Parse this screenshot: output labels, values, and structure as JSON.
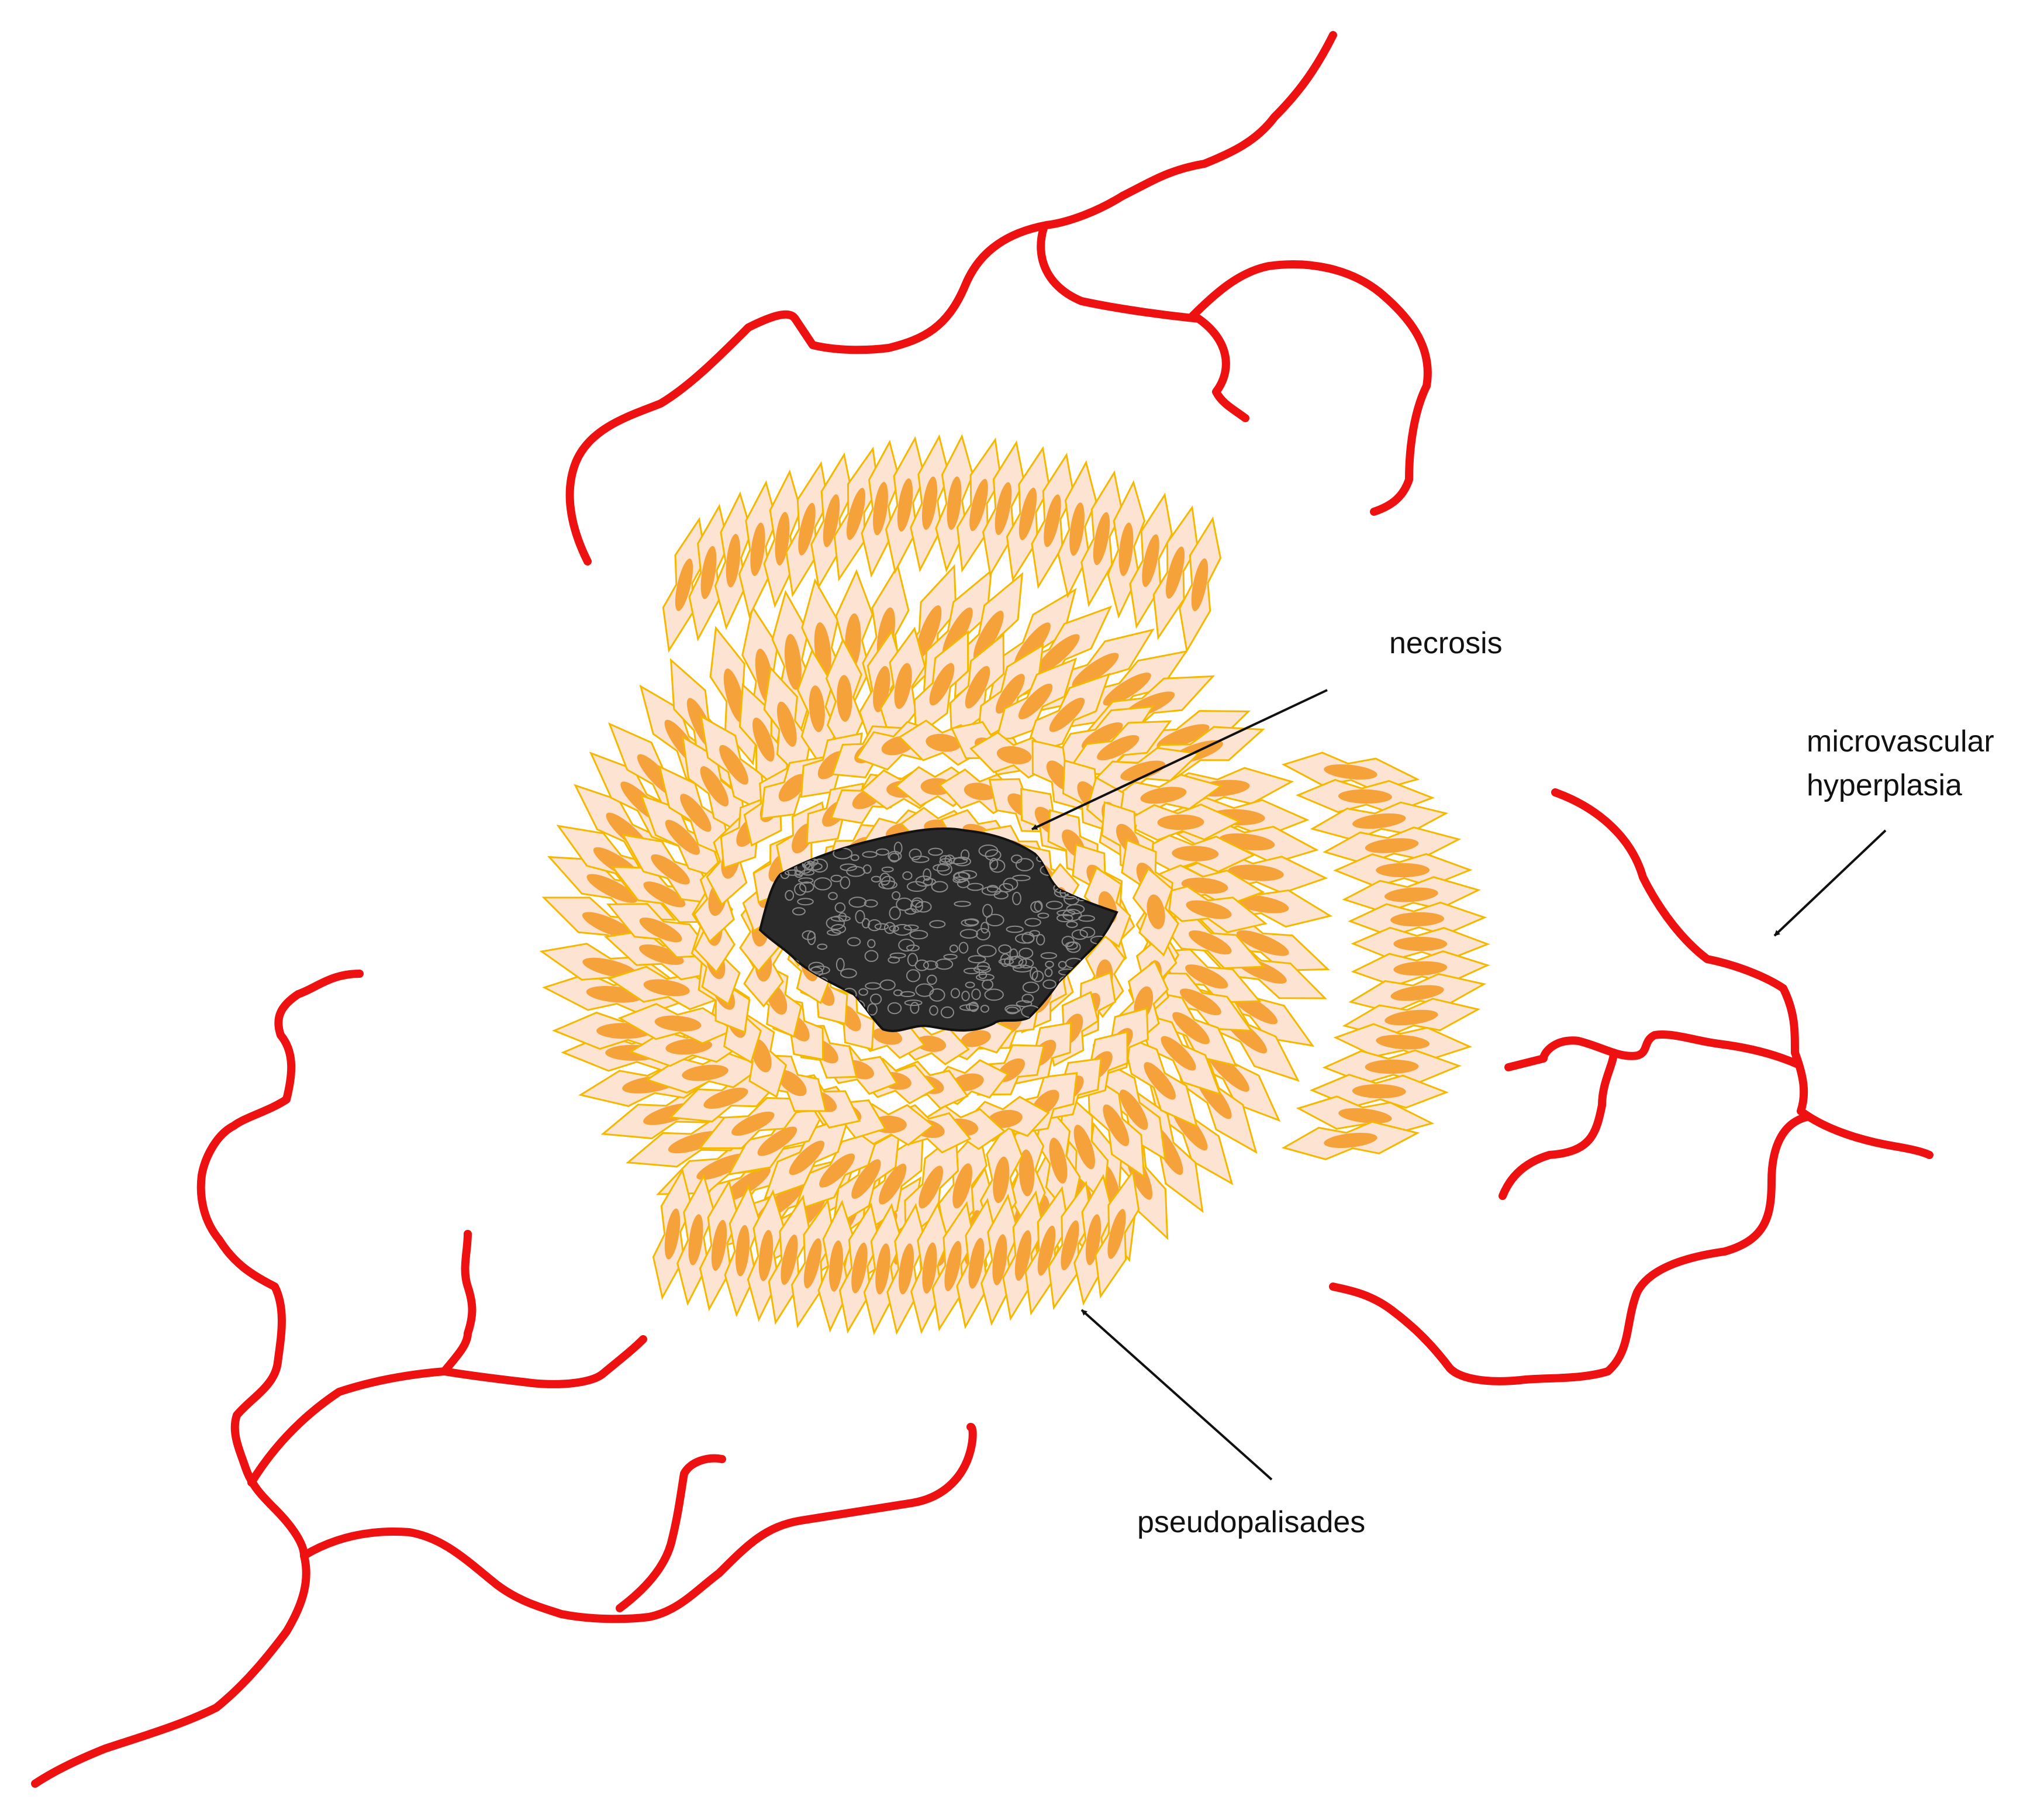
{
  "labels": {
    "necrosis": "necrosis",
    "microvascular_line1": "microvascular",
    "microvascular_line2": "hyperplasia",
    "pseudopalisades": "pseudopalisades"
  },
  "colors": {
    "vessel": "#ee1111",
    "cell_fill": "#fde4d2",
    "cell_stroke": "#f5b800",
    "nucleus": "#f6a23a",
    "necrosis": "#2a2a2a",
    "arrow": "#111111"
  }
}
